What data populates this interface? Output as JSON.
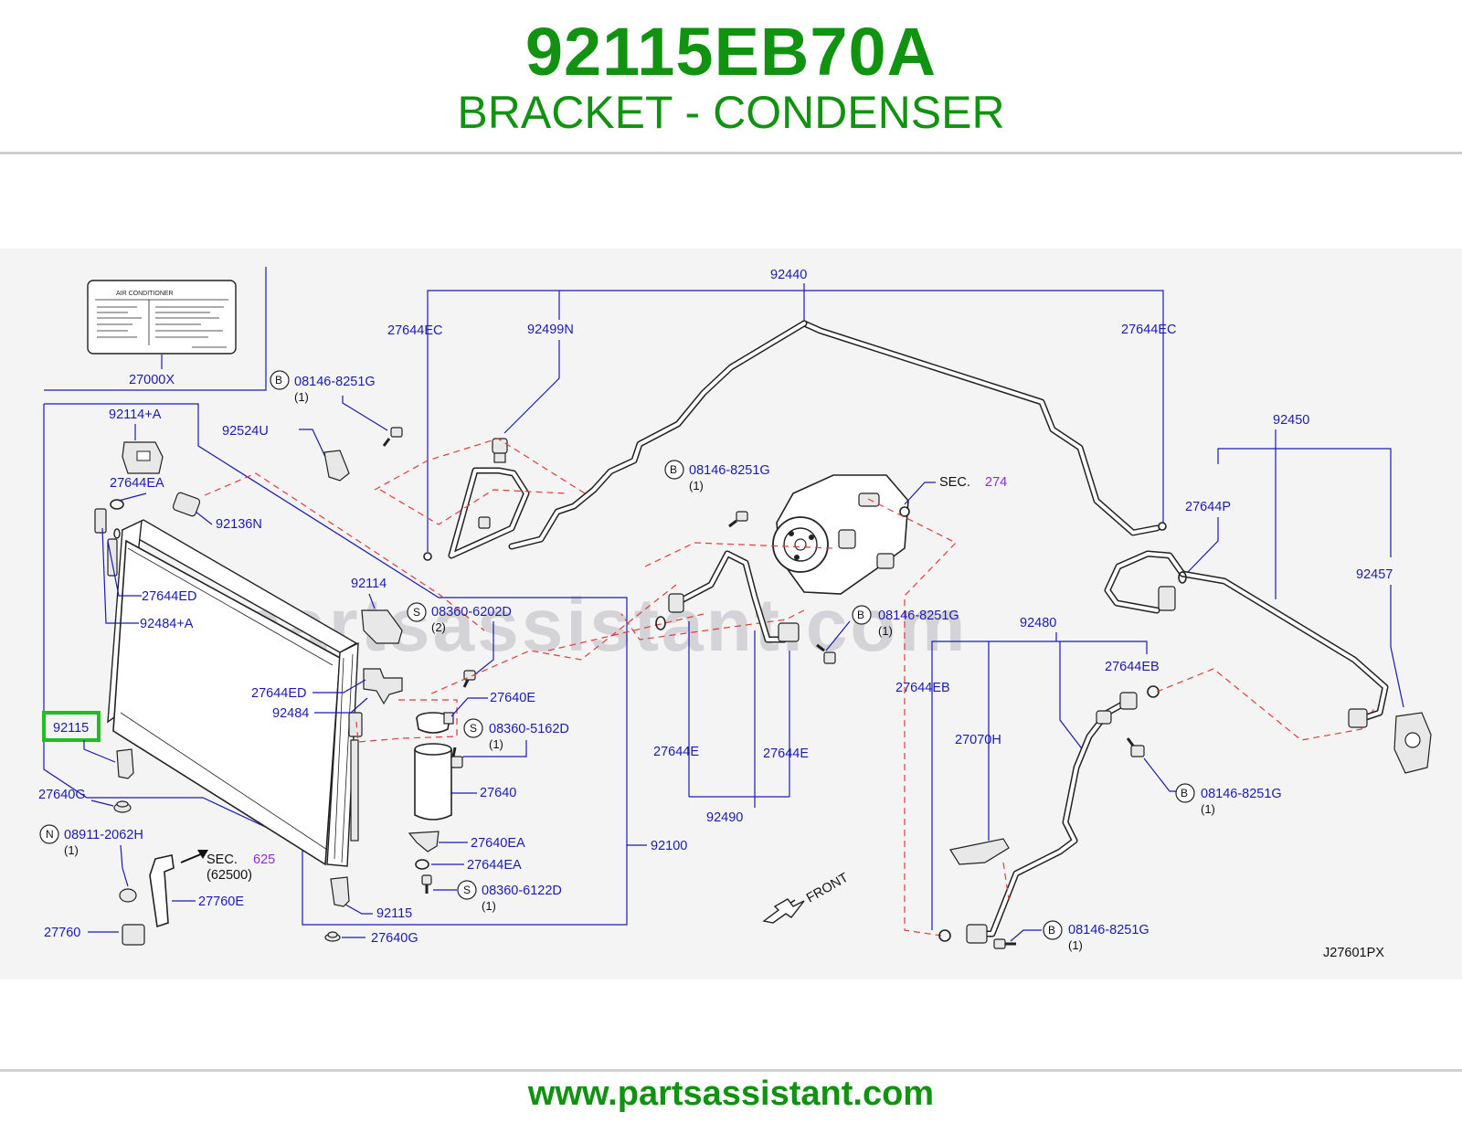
{
  "header": {
    "part_number": "92115EB70A",
    "part_name": "BRACKET - CONDENSER"
  },
  "footer": {
    "url": "www.partsassistant.com"
  },
  "watermark": "partsassistant.com",
  "colors": {
    "brand": "#119211",
    "label": "#1a1ab4",
    "dashed": "#e23b3b",
    "highlight": "#1fbf1f",
    "section": "#8a2be2"
  },
  "diagram": {
    "code": "J27601PX",
    "label_sign": {
      "title": "AIR     CONDITIONER",
      "part": "27000X"
    },
    "labels": {
      "l92440": "92440",
      "l27644EC_a": "27644EC",
      "l92499N": "92499N",
      "l27644EC_b": "27644EC",
      "l08146_a": "08146-8251G",
      "l92114A": "92114+A",
      "l92524U": "92524U",
      "l27644EA_a": "27644EA",
      "l92136N": "92136N",
      "l08146_b": "08146-8251G",
      "lSEC274": "SEC.",
      "l274": "274",
      "l92450": "92450",
      "l27644P": "27644P",
      "l92457": "92457",
      "l27644ED_a": "27644ED",
      "l92484A": "92484+A",
      "l92114": "92114",
      "l08360_6202D": "08360-6202D",
      "l08146_c": "08146-8251G",
      "l92480": "92480",
      "l27644EB_a": "27644EB",
      "l27644EB_b": "27644EB",
      "l27644ED_b": "27644ED",
      "l92484": "92484",
      "l27640E": "27640E",
      "l08360_5162D": "08360-5162D",
      "l92115_hl": "92115",
      "l27644E_a": "27644E",
      "l27644E_b": "27644E",
      "l27070H": "27070H",
      "l08146_d": "08146-8251G",
      "l27640": "27640",
      "l27640G_a": "27640G",
      "l92490": "92490",
      "l08911": "08911-2062H",
      "l27640EA": "27640EA",
      "l92100": "92100",
      "lSEC625": "SEC.",
      "l625": "625",
      "l62500": "(62500)",
      "l27644EA_b": "27644EA",
      "l08360_6122D": "08360-6122D",
      "l27760E": "27760E",
      "l92115": "92115",
      "lFRONT": "FRONT",
      "l08146_e": "08146-8251G",
      "l27760": "27760",
      "l27640G_b": "27640G"
    },
    "qty": {
      "q1": "(1)",
      "q2": "(2)"
    },
    "callout_letters": {
      "B": "B",
      "S": "S",
      "N": "N"
    }
  }
}
